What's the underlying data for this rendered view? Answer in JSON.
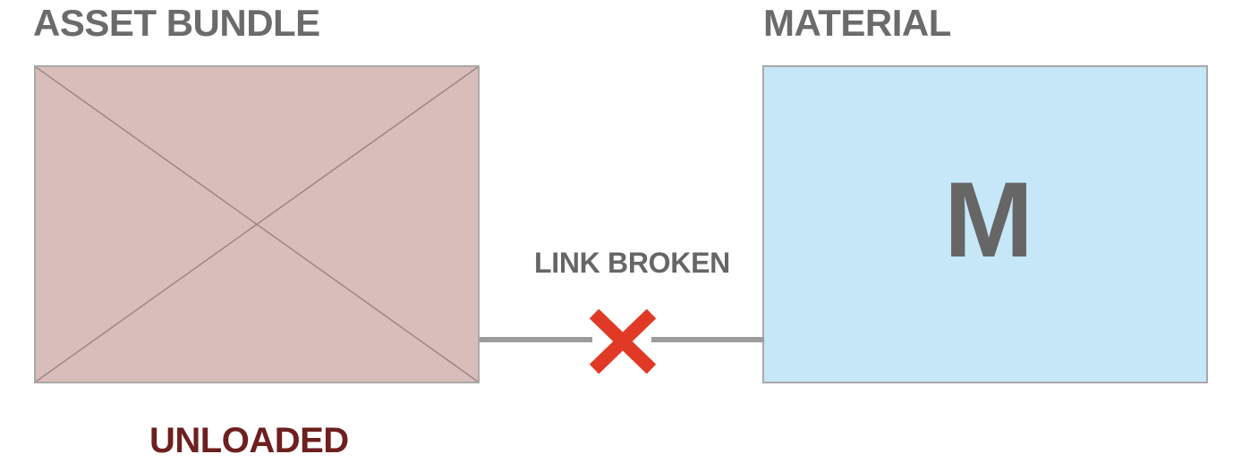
{
  "asset_bundle": {
    "title": "ASSET BUNDLE",
    "status": "UNLOADED",
    "fill_color": "#d8bdba",
    "status_color": "#6e1f1f",
    "icon": "placeholder-cross-icon"
  },
  "material": {
    "title": "MATERIAL",
    "letter": "M",
    "fill_color": "#c6e7f8"
  },
  "link": {
    "label": "LINK BROKEN",
    "line_color": "#9c9c9c",
    "icon": "broken-x-icon",
    "icon_color": "#e03a26"
  }
}
